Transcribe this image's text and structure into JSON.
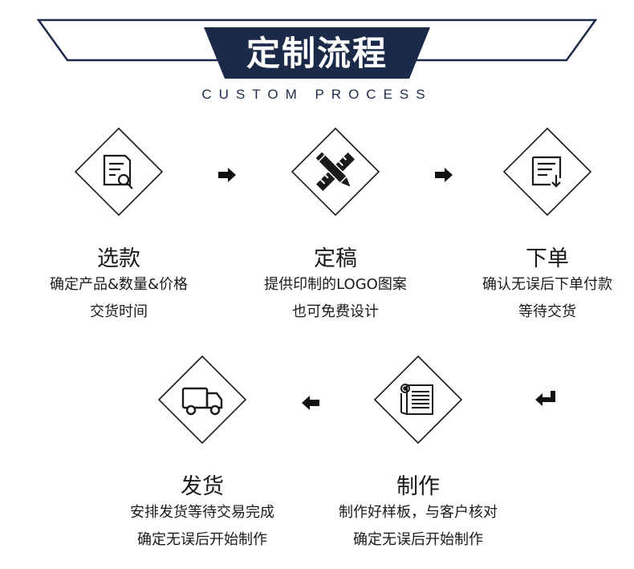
{
  "header": {
    "title": "定制流程",
    "subtitle": "CUSTOM PROCESS",
    "accent_color": "#1c2a4a"
  },
  "steps": [
    {
      "title": "选款",
      "line1": "确定产品&数量&价格",
      "line2": "交货时间",
      "icon": "document-search-icon"
    },
    {
      "title": "定稿",
      "line1": "提供印制的LOGO图案",
      "line2": "也可免费设计",
      "icon": "pencil-ruler-icon"
    },
    {
      "title": "下单",
      "line1": "确认无误后下单付款",
      "line2": "等待交货",
      "icon": "document-download-icon"
    },
    {
      "title": "制作",
      "line1": "制作好样板，与客户核对",
      "line2": "确定无误后开始制作",
      "icon": "scroll-document-icon"
    },
    {
      "title": "发货",
      "line1": "安排发货等待交易完成",
      "line2": "确定无误后开始制作",
      "icon": "delivery-truck-icon"
    }
  ],
  "arrows": [
    "arrow-right-icon",
    "arrow-right-icon",
    "return-arrow-icon",
    "arrow-left-icon"
  ]
}
